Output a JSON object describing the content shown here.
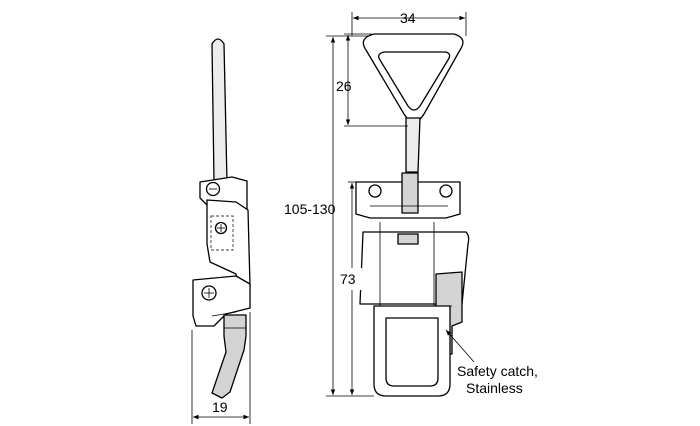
{
  "dimensions": {
    "width_top": "34",
    "handle_height": "26",
    "overall_height": "105-130",
    "body_height": "73",
    "side_width": "19"
  },
  "callout": {
    "line1": "Safety catch,",
    "line2": "Stainless"
  }
}
